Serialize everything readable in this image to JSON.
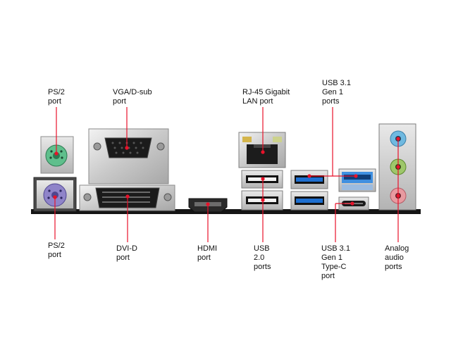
{
  "labels": {
    "ps2_top": [
      "PS/2",
      "port"
    ],
    "vga": [
      "VGA/D-sub",
      "port"
    ],
    "rj45": [
      "RJ-45 Gigabit",
      "LAN port"
    ],
    "usb31_top": [
      "USB 3.1",
      "Gen 1",
      "ports"
    ],
    "ps2_bottom": [
      "PS/2",
      "port"
    ],
    "dvi": [
      "DVI-D",
      "port"
    ],
    "hdmi": [
      "HDMI",
      "port"
    ],
    "usb20": [
      "USB",
      "2.0",
      "ports"
    ],
    "usb31_typec": [
      "USB 3.1",
      "Gen 1",
      "Type-C",
      "port"
    ],
    "audio": [
      "Analog",
      "audio",
      "ports"
    ]
  },
  "colors": {
    "callout_line": "#e8122a",
    "ps2_keyboard": "#8f84c9",
    "ps2_mouse": "#5fbf8c",
    "usb3_blue": "#1e6fd0",
    "audio_blue": "#6fb9e0",
    "audio_green": "#9ec76a",
    "audio_pink": "#e89aa0"
  }
}
